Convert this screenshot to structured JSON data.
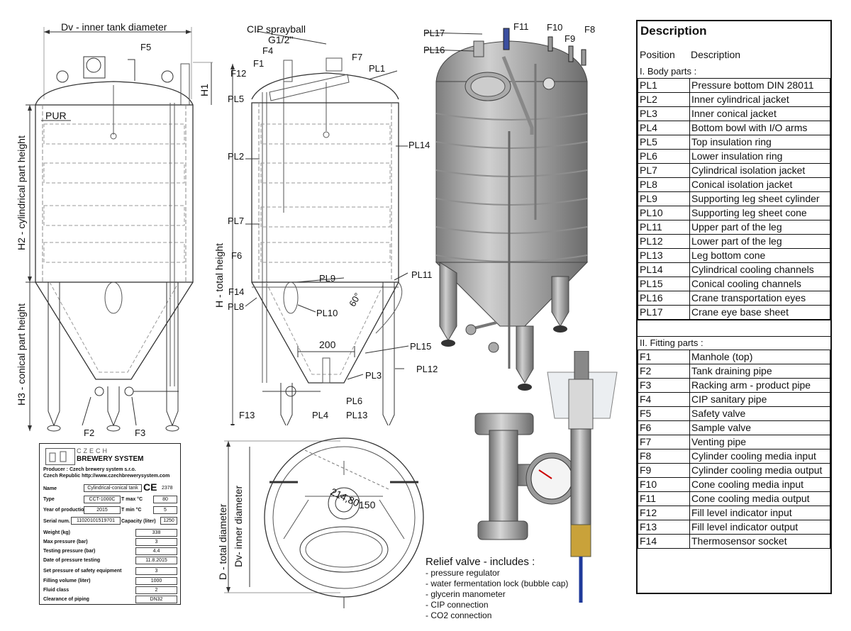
{
  "left_drawing": {
    "dv_label": "Dv - inner tank diameter",
    "pur": "PUR",
    "h2_label": "H2 - cylindrical part height",
    "h3_label": "H3 - conical part height",
    "h1": "H1",
    "f5": "F5",
    "f2": "F2",
    "f3": "F3"
  },
  "middle_drawing": {
    "cip_label": "CIP sprayball",
    "cip_size": "G1/2\"",
    "h_label": "H - total height",
    "angle": "60°",
    "dim_200": "200",
    "labels": {
      "f4": "F4",
      "f1": "F1",
      "f7": "F7",
      "f12": "F12",
      "f6": "F6",
      "f14": "F14",
      "f13": "F13",
      "pl1": "PL1",
      "pl5": "PL5",
      "pl2": "PL2",
      "pl7": "PL7",
      "pl8": "PL8",
      "pl9": "PL9",
      "pl10": "PL10",
      "pl11": "PL11",
      "pl14": "PL14",
      "pl15": "PL15",
      "pl3": "PL3",
      "pl12": "PL12",
      "pl6": "PL6",
      "pl4": "PL4",
      "pl13": "PL13"
    }
  },
  "top_view": {
    "d_label": "D - total diameter",
    "dv_label": "Dv- inner diameter",
    "dim_a": "214,80",
    "dim_b": "150"
  },
  "render": {
    "labels": {
      "pl17": "PL17",
      "pl16": "PL16",
      "f11": "F11",
      "f10": "F10",
      "f9": "F9",
      "f8": "F8"
    }
  },
  "relief_valve": {
    "heading": "Relief valve - includes :",
    "items": [
      "- pressure regulator",
      "- water fermentation lock (bubble cap)",
      "- glycerin manometer",
      "- CIP connection",
      "- CO2 connection"
    ]
  },
  "nameplate": {
    "logo_top": "CZECH",
    "logo_bottom": "BREWERY SYSTEM",
    "producer": "Producer : Czech brewery system s.r.o.",
    "country": "Czech Republic  http://www.czechbrewerysystem.com",
    "ce": "CE",
    "ce_number": "2378",
    "name_label": "Name",
    "name_value": "Cylindrical-conical tank",
    "type_label": "Type",
    "type_value": "CCT-1000C",
    "tmax_label": "T max °C",
    "tmax_value": "80",
    "year_label": "Year of production",
    "year_value": "2015",
    "tmin_label": "T min °C",
    "tmin_value": "5",
    "serial_label": "Serial num.",
    "serial_value": "11020101519701",
    "capacity_label": "Capacity (liter)",
    "capacity_value": "1250",
    "rows": [
      {
        "label": "Weight (kg)",
        "value": "338"
      },
      {
        "label": "Max pressure (bar)",
        "value": "3"
      },
      {
        "label": "Testing pressure (bar)",
        "value": "4.4"
      },
      {
        "label": "Date of pressure testing",
        "value": "11.8.2015"
      },
      {
        "label": "Set pressure of safety equipment",
        "value": "3"
      },
      {
        "label": "Filling volume (liter)",
        "value": "1000"
      },
      {
        "label": "Fluid class",
        "value": "2"
      },
      {
        "label": "Clearance of piping",
        "value": "DN32"
      }
    ]
  },
  "description": {
    "title": "Description",
    "col_position": "Position",
    "col_description": "Description",
    "section1": "I. Body parts :",
    "body_parts": [
      {
        "code": "PL1",
        "text": "Pressure bottom DIN 28011"
      },
      {
        "code": "PL2",
        "text": "Inner cylindrical jacket"
      },
      {
        "code": "PL3",
        "text": "Inner conical jacket"
      },
      {
        "code": "PL4",
        "text": "Bottom bowl with I/O arms"
      },
      {
        "code": "PL5",
        "text": "Top insulation ring"
      },
      {
        "code": "PL6",
        "text": "Lower insulation ring"
      },
      {
        "code": "PL7",
        "text": "Cylindrical isolation jacket"
      },
      {
        "code": "PL8",
        "text": "Conical isolation jacket"
      },
      {
        "code": "PL9",
        "text": "Supporting leg sheet cylinder"
      },
      {
        "code": "PL10",
        "text": "Supporting leg sheet cone"
      },
      {
        "code": "PL11",
        "text": "Upper part of the leg"
      },
      {
        "code": "PL12",
        "text": "Lower part of the leg"
      },
      {
        "code": "PL13",
        "text": "Leg bottom cone"
      },
      {
        "code": "PL14",
        "text": "Cylindrical cooling channels"
      },
      {
        "code": "PL15",
        "text": "Conical cooling channels"
      },
      {
        "code": "PL16",
        "text": "Crane transportation eyes"
      },
      {
        "code": "PL17",
        "text": "Crane eye base sheet"
      }
    ],
    "section2": "II. Fitting parts :",
    "fitting_parts": [
      {
        "code": "F1",
        "text": "Manhole (top)"
      },
      {
        "code": "F2",
        "text": "Tank draining pipe"
      },
      {
        "code": "F3",
        "text": "Racking arm - product pipe"
      },
      {
        "code": "F4",
        "text": "CIP sanitary pipe"
      },
      {
        "code": "F5",
        "text": "Safety valve"
      },
      {
        "code": "F6",
        "text": "Sample valve"
      },
      {
        "code": "F7",
        "text": "Venting pipe"
      },
      {
        "code": "F8",
        "text": "Cylinder cooling media input"
      },
      {
        "code": "F9",
        "text": "Cylinder cooling media output"
      },
      {
        "code": "F10",
        "text": "Cone cooling media input"
      },
      {
        "code": "F11",
        "text": "Cone cooling media output"
      },
      {
        "code": "F12",
        "text": "Fill level indicator input"
      },
      {
        "code": "F13",
        "text": "Fill level indicator output"
      },
      {
        "code": "F14",
        "text": "Thermosensor socket"
      }
    ]
  }
}
